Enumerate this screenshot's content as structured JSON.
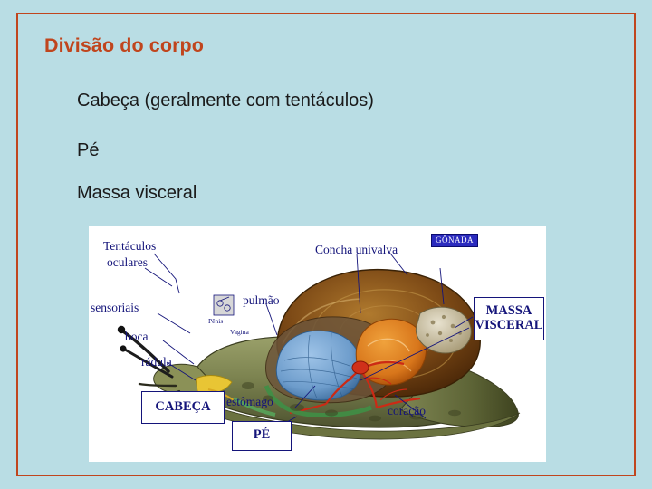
{
  "slide": {
    "title": "Divisão do corpo",
    "bullets": [
      "Cabeça (geralmente com tentáculos)",
      "Pé",
      "Massa visceral"
    ],
    "accent_color": "#c0451d",
    "background_color": "#b9dde4",
    "text_color": "#1a1a1a"
  },
  "figure": {
    "name": "snail-anatomy-diagram",
    "background_color": "#ffffff",
    "label_color": "#14147a",
    "labels": [
      {
        "id": "tentaculos",
        "text": "Tentáculos"
      },
      {
        "id": "oculares",
        "text": "oculares"
      },
      {
        "id": "sensoriais",
        "text": "sensoriais"
      },
      {
        "id": "boca",
        "text": "boca"
      },
      {
        "id": "radula",
        "text": "rádula"
      },
      {
        "id": "pulmao",
        "text": "pulmão"
      },
      {
        "id": "concha",
        "text": "Concha univalva"
      },
      {
        "id": "estomago",
        "text": "estômago"
      },
      {
        "id": "coracao",
        "text": "coração"
      },
      {
        "id": "penis",
        "text": "Pênis"
      },
      {
        "id": "vagina",
        "text": "Vagina"
      }
    ],
    "callout_boxes": [
      {
        "id": "massa-visceral",
        "line1": "MASSA",
        "line2": "VISCERAL"
      },
      {
        "id": "cabeca",
        "line1": "CABEÇA",
        "line2": ""
      },
      {
        "id": "pe",
        "line1": "PÉ",
        "line2": ""
      }
    ],
    "gonada_tag": "GÔNADA"
  }
}
